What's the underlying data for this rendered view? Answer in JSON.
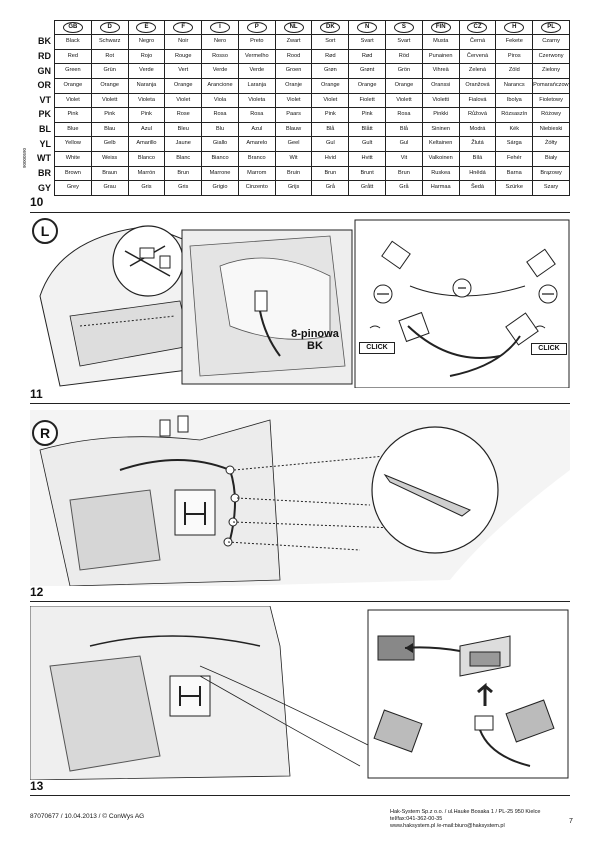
{
  "table": {
    "part_number": "90000590",
    "languages": [
      "GB",
      "D",
      "E",
      "F",
      "I",
      "P",
      "NL",
      "DK",
      "N",
      "S",
      "FIN",
      "CZ",
      "H",
      "PL"
    ],
    "rows": [
      {
        "code": "BK",
        "names": [
          "Black",
          "Schwarz",
          "Negro",
          "Noir",
          "Nero",
          "Preto",
          "Zwart",
          "Sort",
          "Svart",
          "Svart",
          "Musta",
          "Černá",
          "Fekete",
          "Czarny"
        ]
      },
      {
        "code": "RD",
        "names": [
          "Red",
          "Rot",
          "Rojo",
          "Rouge",
          "Rosso",
          "Vermelho",
          "Rood",
          "Rød",
          "Rød",
          "Röd",
          "Punainen",
          "Červená",
          "Piros",
          "Czerwony"
        ]
      },
      {
        "code": "GN",
        "names": [
          "Green",
          "Grün",
          "Verde",
          "Vert",
          "Verde",
          "Verde",
          "Groen",
          "Grøn",
          "Grønt",
          "Grön",
          "Vihreä",
          "Zelená",
          "Zöld",
          "Zielony"
        ]
      },
      {
        "code": "OR",
        "names": [
          "Orange",
          "Orange",
          "Naranja",
          "Orange",
          "Arancione",
          "Laranja",
          "Oranje",
          "Orange",
          "Orange",
          "Orange",
          "Oranssi",
          "Oranžová",
          "Narancs",
          "Pomarańczowy"
        ]
      },
      {
        "code": "VT",
        "names": [
          "Violet",
          "Violett",
          "Violeta",
          "Violet",
          "Viola",
          "Violeta",
          "Violet",
          "Violet",
          "Fiolett",
          "Violett",
          "Violetti",
          "Fialová",
          "Ibolya",
          "Fioletowy"
        ]
      },
      {
        "code": "PK",
        "names": [
          "Pink",
          "Pink",
          "Pink",
          "Rose",
          "Rosa",
          "Rosa",
          "Paars",
          "Pink",
          "Pink",
          "Rosa",
          "Pinkki",
          "Růžová",
          "Rózsaszín",
          "Różowy"
        ]
      },
      {
        "code": "BL",
        "names": [
          "Blue",
          "Blau",
          "Azul",
          "Bleu",
          "Blu",
          "Azul",
          "Blauw",
          "Blå",
          "Blått",
          "Blå",
          "Sininen",
          "Modrá",
          "Kék",
          "Niebieski"
        ]
      },
      {
        "code": "YL",
        "names": [
          "Yellow",
          "Gelb",
          "Amarillo",
          "Jaune",
          "Giallo",
          "Amarelo",
          "Geel",
          "Gul",
          "Gult",
          "Gul",
          "Keltainen",
          "Žlutá",
          "Sárga",
          "Żółty"
        ]
      },
      {
        "code": "WT",
        "names": [
          "White",
          "Weiss",
          "Blanco",
          "Blanc",
          "Bianco",
          "Branco",
          "Wit",
          "Hvid",
          "Hvitt",
          "Vit",
          "Valkoinen",
          "Bílá",
          "Fehér",
          "Biały"
        ]
      },
      {
        "code": "BR",
        "names": [
          "Brown",
          "Braun",
          "Marrón",
          "Brun",
          "Marrone",
          "Marrom",
          "Bruin",
          "Brun",
          "Brunt",
          "Brun",
          "Ruskea",
          "Hnědá",
          "Barna",
          "Brązowy"
        ]
      },
      {
        "code": "GY",
        "names": [
          "Grey",
          "Grau",
          "Gris",
          "Gris",
          "Grigio",
          "Cinzento",
          "Grijs",
          "Grå",
          "Grått",
          "Grå",
          "Harmaa",
          "Šedá",
          "Szürke",
          "Szary"
        ]
      }
    ]
  },
  "steps": {
    "s10": "10",
    "s11": "11",
    "s12": "12",
    "s13": "13"
  },
  "step11": {
    "side_letter": "L",
    "connector_label_line1": "8-pinowa",
    "connector_label_line2": "BK",
    "click_left": "CLICK",
    "click_right": "CLICK"
  },
  "step12": {
    "side_letter": "R"
  },
  "footer": {
    "doc_ref": "87070677 / 10.04.2013 / © ConWys AG",
    "company_line1": "Hak-System Sp.z o.o. / ul.Hauke Bosaka 1 / PL-25 950 Kielce",
    "company_line2": "tel/fax:041-362-00-35",
    "company_line3": "www.haksystem.pl /e-mail:biuro@haksystem.pl",
    "page_number": "7"
  },
  "colors": {
    "ink": "#222222",
    "panel_gray": "#e8e8e8",
    "hatch": "#555555"
  }
}
